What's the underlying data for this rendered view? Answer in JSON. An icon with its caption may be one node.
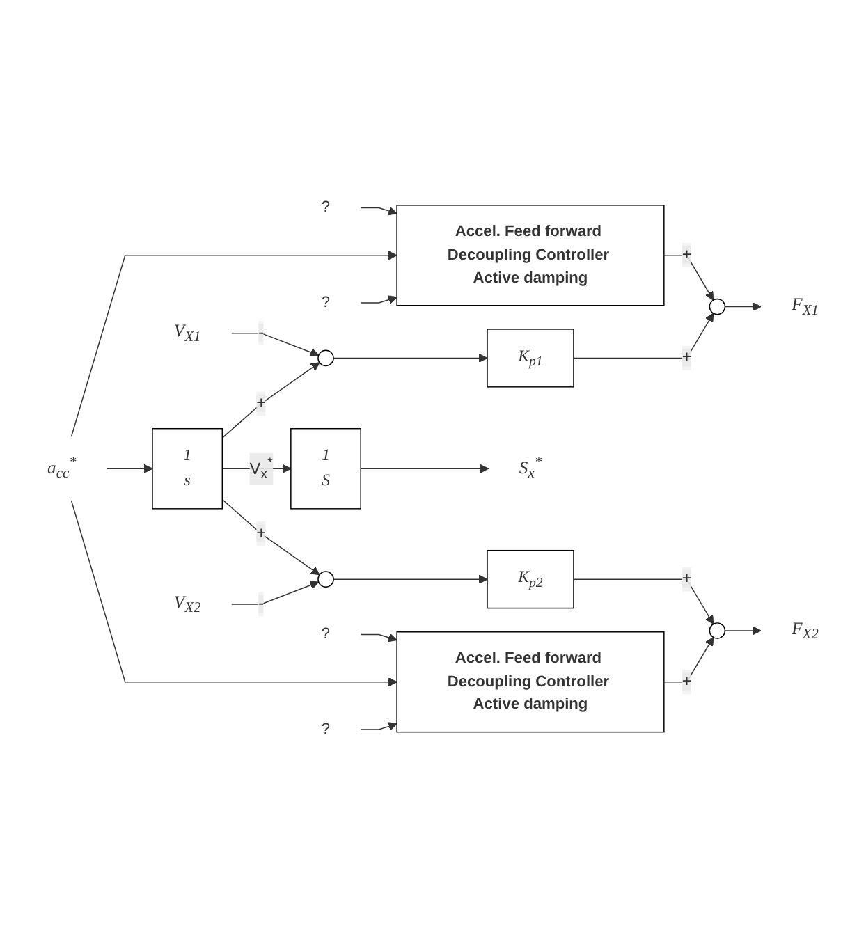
{
  "diagram": {
    "nodes": [
      {
        "text": [
          "Accel. Feed forward Decoupling Controller Active damping"
        ]
      },
      {
        "text": [
          "?"
        ]
      },
      {
        "text": [
          "?"
        ]
      },
      {
        "text": [
          "V$_{X1}$"
        ]
      },
      {
        "text": [],
        "shape": "circle"
      },
      {
        "text": [
          "K$_{p1}$"
        ]
      },
      {
        "text": [],
        "shape": "circle"
      },
      {
        "text": [
          "F$_{X1}$"
        ]
      },
      {
        "text": [
          "a$_{cc}$$^{*}$"
        ]
      },
      {
        "text": [
          "1",
          "s"
        ]
      },
      {
        "text": [
          "1",
          "S"
        ]
      },
      {
        "text": [
          "S$_{x}$$^{*}$"
        ]
      },
      {
        "text": [],
        "shape": "circle"
      },
      {
        "text": [
          "K$_{p2}$"
        ]
      },
      {
        "text": [],
        "shape": "circle"
      },
      {
        "text": [
          "F$_{X2}$"
        ]
      },
      {
        "text": [
          "V$_{X2}$"
        ]
      },
      {
        "text": [
          "Accel. Feed forward Decoupling Controller Active damping"
        ]
      },
      {
        "text": [
          "?"
        ]
      },
      {
        "text": [
          "?"
        ]
      }
    ],
    "edges": [
      {
        "from": 1,
        "to": 0,
        "arrow": "to"
      },
      {
        "from": 8,
        "to": 0,
        "arrow": "to"
      },
      {
        "from": 2,
        "to": 0,
        "arrow": "to"
      },
      {
        "from": 0,
        "to": 6,
        "arrow": "to",
        "label": "+"
      },
      {
        "from": 3,
        "to": 4,
        "arrow": "to",
        "label": "-"
      },
      {
        "from": 9,
        "to": 4,
        "arrow": "to",
        "label": "+"
      },
      {
        "from": 4,
        "to": 5,
        "arrow": "to"
      },
      {
        "from": 5,
        "to": 6,
        "arrow": "to",
        "label": "+"
      },
      {
        "from": 6,
        "to": 7,
        "arrow": "to"
      },
      {
        "from": 8,
        "to": 9,
        "arrow": "to"
      },
      {
        "from": 9,
        "to": 10,
        "arrow": "to",
        "label": "V$_{x}$$^{*}$"
      },
      {
        "from": 10,
        "to": 11,
        "arrow": "to"
      },
      {
        "from": 9,
        "to": 12,
        "arrow": "to",
        "label": "+"
      },
      {
        "from": 12,
        "to": 13,
        "arrow": "to"
      },
      {
        "from": 13,
        "to": 14,
        "arrow": "to",
        "label": "+"
      },
      {
        "from": 14,
        "to": 15,
        "arrow": "to"
      },
      {
        "from": 16,
        "to": 12,
        "arrow": "to",
        "label": "-"
      },
      {
        "from": 17,
        "to": 14,
        "arrow": "to",
        "label": "+"
      },
      {
        "from": 18,
        "to": 17,
        "arrow": "to"
      },
      {
        "from": 8,
        "to": 17,
        "arrow": "to"
      },
      {
        "from": 19,
        "to": 17,
        "arrow": "to"
      }
    ]
  }
}
